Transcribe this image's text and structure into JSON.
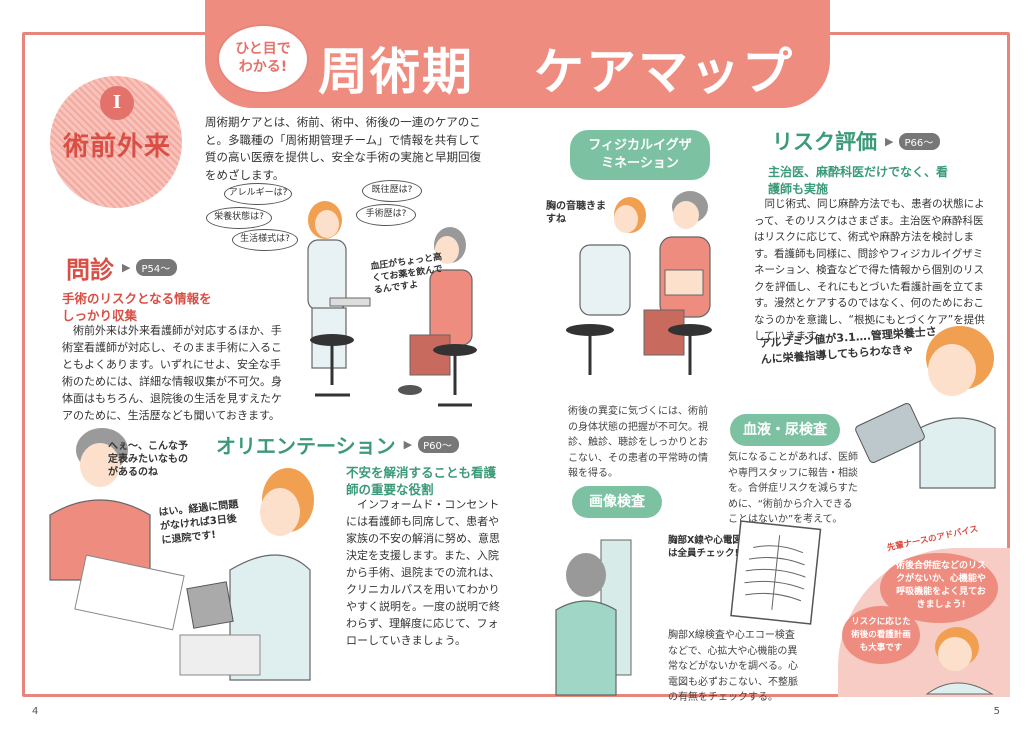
{
  "header": {
    "bubble_line1": "ひと目で",
    "bubble_line2": "わかる!",
    "title_part1": "周術期",
    "title_part2": "ケアマップ"
  },
  "section": {
    "number": "Ⅰ",
    "title": "術前外来"
  },
  "intro": "周術期ケアとは、術前、術中、術後の一連のケアのこと。多職種の「周術期管理チーム」で情報を共有して質の高い医療を提供し、安全な手術の実施と早期回復をめざします。",
  "interview_bubbles": [
    "アレルギーは?",
    "既往歴は?",
    "栄養状態は?",
    "手術歴は?",
    "生活様式は?"
  ],
  "interview_patient_note": "血圧がちょっと高くてお薬を飲んでるんですよ",
  "monshin": {
    "title": "問診",
    "ref": "P54〜",
    "subtitle": "手術のリスクとなる情報をしっかり収集",
    "body": "術前外来は外来看護師が対応するほか、手術室看護師が対応し、そのまま手術に入ることもよくあります。いずれにせよ、安全な手術のためには、詳細な情報収集が不可欠。身体面はもちろん、退院後の生活を見すえたケアのために、生活歴なども聞いておきます。"
  },
  "orientation": {
    "title": "オリエンテーション",
    "ref": "P60〜",
    "subtitle": "不安を解消することも看護師の重要な役割",
    "body": "インフォームド・コンセントには看護師も同席して、患者や家族の不安の解消に努め、意思決定を支援します。また、入院から手術、退院までの流れは、クリニカルパスを用いてわかりやすく説明を。一度の説明で終わらず、理解度に応じて、フォローしていきましょう。",
    "patient_note": "へぇ〜、こんな予定表みたいなものがあるのね",
    "nurse_note": "はい。経過に問題がなければ3日後に退院です!"
  },
  "physical": {
    "title": "フィジカルイグザミネーション",
    "nurse_note": "胸の音聴きますね",
    "body": "術後の異変に気づくには、術前の身体状態の把握が不可欠。視診、触診、聴診をしっかりとおこない、その患者の平常時の情報を得る。"
  },
  "risk": {
    "title": "リスク評価",
    "ref": "P66〜",
    "subtitle": "主治医、麻酔科医だけでなく、看護師も実施",
    "body": "同じ術式、同じ麻酔方法でも、患者の状態によって、そのリスクはさまざま。主治医や麻酔科医はリスクに応じて、術式や麻酔方法を検討します。看護師も同様に、問診やフィジカルイグザミネーション、検査などで得た情報から個別のリスクを評価し、それにもとづいた看護計画を立てます。漫然とケアするのではなく、何のためにおこなうのかを意識し、“根拠にもとづくケア”を提供していきます。",
    "nurse_note": "アルブミン値が3.1….管理栄養士さんに栄養指導してもらわなきゃ"
  },
  "blood": {
    "title": "血液・尿検査",
    "body": "気になることがあれば、医師や専門スタッフに報告・相談を。合併症リスクを減らすために、“術前から介入できることはないか”を考えて。"
  },
  "imaging": {
    "title": "画像検査",
    "xray_note": "胸部X線や心電図は全員チェック!",
    "body": "胸部X線検査や心エコー検査などで、心拡大や心機能の異常などがないかを調べる。心電図も必ずおこない、不整脈の有無をチェックする。"
  },
  "advice": {
    "label": "先輩ナースのアドバイス",
    "bubble1": "術後合併症などのリスクがないか、心機能や呼吸機能をよく見ておきましょう!",
    "bubble2": "リスクに応じた術後の看護計画も大事です"
  },
  "pages": {
    "left": "4",
    "right": "5"
  },
  "colors": {
    "accent": "#ef8c80",
    "heading_red": "#d94f45",
    "heading_green": "#3b9a78",
    "pill_green": "#7cc2a2",
    "highlight_yellow": "#f6d66a"
  }
}
